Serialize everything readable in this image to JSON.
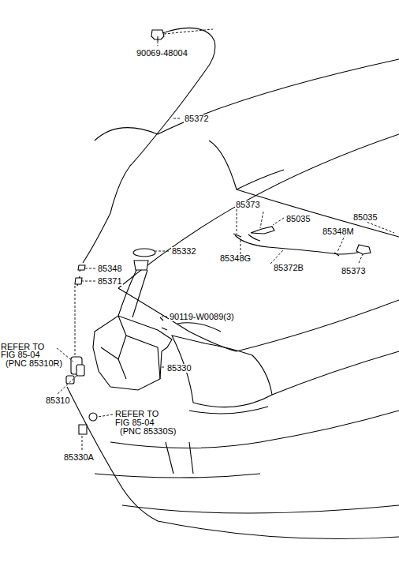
{
  "diagram": {
    "labels": [
      "90069-48004",
      "85372",
      "85373",
      "85035",
      "85035",
      "85348M",
      "85332",
      "85348G",
      "85372B",
      "85373",
      "85348",
      "85371",
      "90119-W0089(3)",
      "REFER TO",
      "FIG 85-04",
      "(PNC 85310R)",
      "85330",
      "85310",
      "REFER TO",
      "FIG 85-04",
      "(PNC 85330S)",
      "85330A"
    ]
  }
}
